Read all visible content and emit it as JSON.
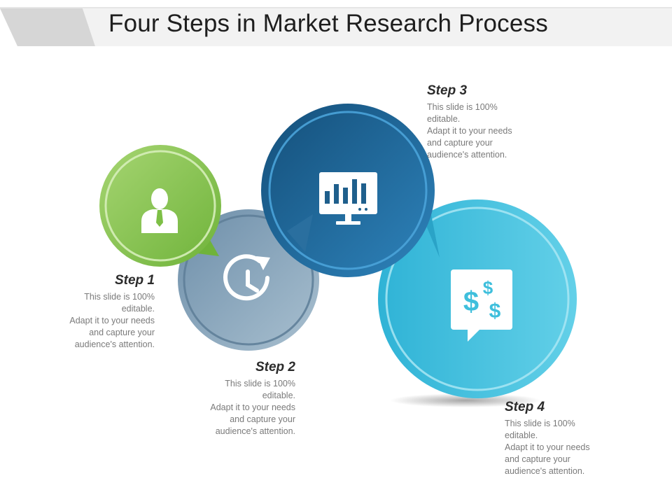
{
  "title": "Four Steps in Market Research Process",
  "colors": {
    "green": "#7dbf46",
    "slate": "#7f9db4",
    "navy": "#1f5f8c",
    "cyan": "#3fbfdc"
  },
  "steps": [
    {
      "heading": "Step 1",
      "text": "This slide is 100%\neditable.\nAdapt it to your needs\nand capture your\naudience's attention.",
      "icon": "businessman-icon"
    },
    {
      "heading": "Step 2",
      "text": "This slide is 100%\neditable.\nAdapt it to your needs\nand capture your\naudience's attention.",
      "icon": "clock-refresh-icon"
    },
    {
      "heading": "Step 3",
      "text": "This slide is 100%\neditable.\nAdapt it to your needs\nand capture your\naudience's attention.",
      "icon": "monitor-chart-icon"
    },
    {
      "heading": "Step 4",
      "text": "This slide is 100%\neditable.\nAdapt it to your needs\nand capture your\naudience's attention.",
      "icon": "money-bubble-icon"
    }
  ]
}
